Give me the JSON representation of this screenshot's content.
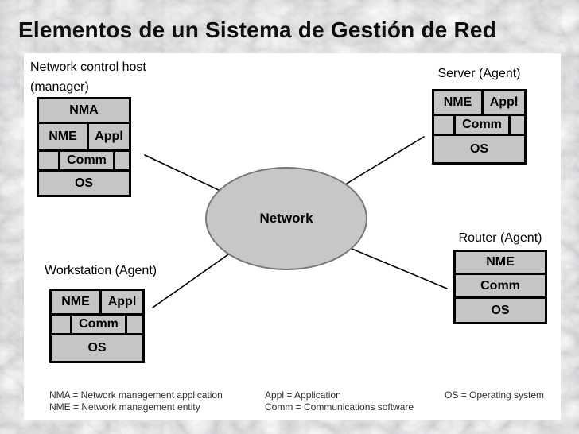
{
  "slide": {
    "title": "Elementos de un Sistema de Gestión de Red"
  },
  "network": {
    "label": "Network"
  },
  "manager": {
    "label_line1": "Network control host",
    "label_line2": "(manager)",
    "nma": "NMA",
    "nme": "NME",
    "appl": "Appl",
    "comm": "Comm",
    "os": "OS"
  },
  "server": {
    "label": "Server (Agent)",
    "nme": "NME",
    "appl": "Appl",
    "comm": "Comm",
    "os": "OS"
  },
  "workstation": {
    "label": "Workstation (Agent)",
    "nme": "NME",
    "appl": "Appl",
    "comm": "Comm",
    "os": "OS"
  },
  "router": {
    "label": "Router (Agent)",
    "nme": "NME",
    "comm": "Comm",
    "os": "OS"
  },
  "legend": {
    "items": [
      "NMA = Network management application",
      "NME = Network management entity",
      "Appl = Application",
      "Comm = Communications software",
      "OS = Operating system"
    ]
  },
  "colors": {
    "box_fill": "#c5c5c5",
    "box_border": "#000000",
    "ellipse_fill": "#c7c7c7",
    "ellipse_border": "#787878",
    "connector": "#000000",
    "title_text": "#0d0d0d",
    "legend_text": "#2e2e2e",
    "canvas_bg": "#ffffff"
  }
}
